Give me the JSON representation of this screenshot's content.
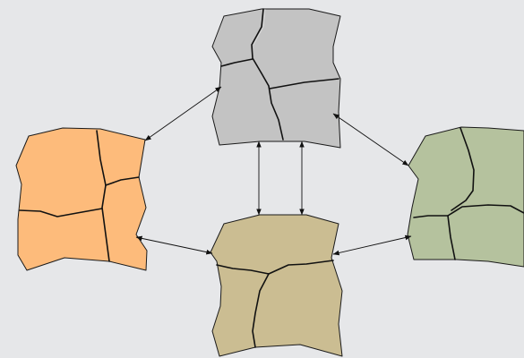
{
  "diagram": {
    "colors": {
      "background": "#e6e7e9",
      "top_tile": "#c3c3c3",
      "left_tile": "#fdbb7b",
      "bottom_tile": "#cbbd92",
      "right_tile": "#b5c29e",
      "outline": "#1a1a1a",
      "arrow": "#111111"
    },
    "tiles": [
      {
        "name": "top",
        "fill_key": "top_tile",
        "fragments": 4
      },
      {
        "name": "left",
        "fill_key": "left_tile",
        "fragments": 4
      },
      {
        "name": "bottom",
        "fill_key": "bottom_tile",
        "fragments": 3
      },
      {
        "name": "right",
        "fill_key": "right_tile",
        "fragments": 4
      }
    ],
    "connections": [
      {
        "from": "top",
        "to": "left",
        "bidirectional": true
      },
      {
        "from": "top",
        "to": "right",
        "bidirectional": true
      },
      {
        "from": "top",
        "to": "bottom",
        "bidirectional": true,
        "count": 2
      },
      {
        "from": "left",
        "to": "bottom",
        "bidirectional": true
      },
      {
        "from": "bottom",
        "to": "right",
        "bidirectional": true
      }
    ]
  }
}
